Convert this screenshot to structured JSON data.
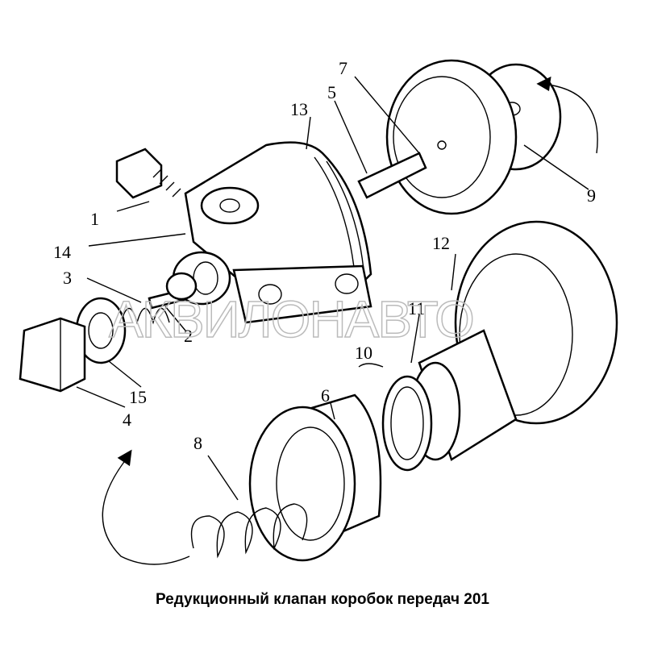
{
  "labels": {
    "l1": "1",
    "l2": "2",
    "l3": "3",
    "l4": "4",
    "l5": "5",
    "l6": "6",
    "l7": "7",
    "l8": "8",
    "l9": "9",
    "l10": "10",
    "l11": "11",
    "l12": "12",
    "l13": "13",
    "l14": "14",
    "l15": "15"
  },
  "watermark": "АКВИЛОНАВТО",
  "caption": "Редукционный клапан коробок передач 201"
}
